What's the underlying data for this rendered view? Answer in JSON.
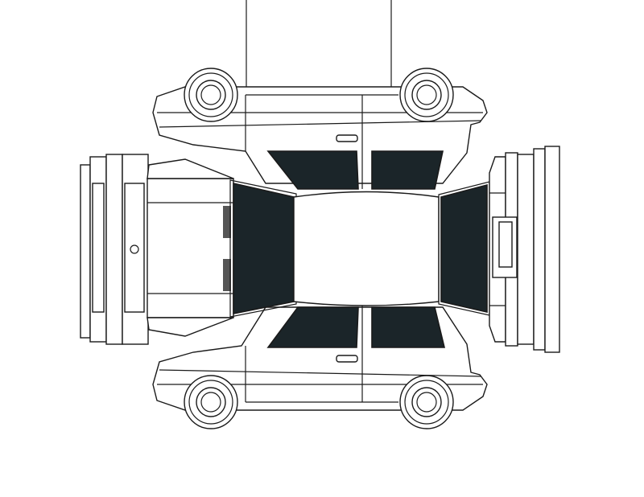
{
  "diagram": {
    "subject": "car-unfolded-body-outline",
    "views": [
      "top-side-view",
      "front-view",
      "hood",
      "windshield",
      "roof",
      "rear-window",
      "rear-view",
      "bottom-side-view"
    ],
    "colors": {
      "glass": "#1b2529",
      "line": "#1a1a1a",
      "background": "#ffffff"
    }
  }
}
